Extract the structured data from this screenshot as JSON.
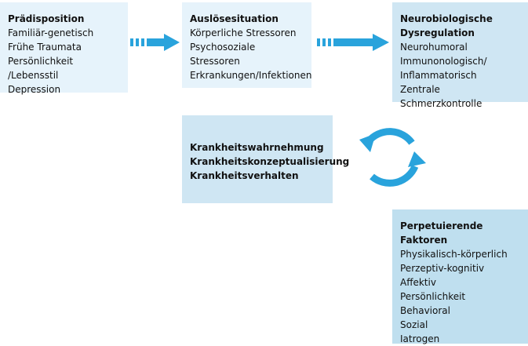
{
  "colors": {
    "arrow": "#29a3dc",
    "box_light": "#e6f3fb",
    "box_mid": "#cfe6f3",
    "box_dark": "#bfdfef"
  },
  "praedisposition": {
    "title": "Prädisposition",
    "items": [
      "Familiär-genetisch",
      "Frühe Traumata",
      "Persönlichkeit /Lebensstil",
      "Depression"
    ]
  },
  "ausloesesituation": {
    "title": "Auslösesituation",
    "items": [
      "Körperliche Stressoren",
      "Psychosoziale Stressoren",
      "Erkrankungen/Infektionen"
    ]
  },
  "neurobiologie": {
    "title_lines": [
      "Neurobiologische",
      "Dysregulation"
    ],
    "items": [
      "Neurohumoral",
      "Immunonologisch/",
      "Inflammatorisch",
      "Zentrale Schmerzkontrolle"
    ]
  },
  "krankheit": {
    "lines": [
      "Krankheitswahrnehmung",
      "Krankheitskonzeptualisierung",
      "Krankheitsverhalten"
    ]
  },
  "perpetuierend": {
    "title": "Perpetuierende Faktoren",
    "items": [
      "Physikalisch-körperlich",
      "Perzeptiv-kognitiv",
      "Affektiv",
      "Persönlichkeit",
      "Behavioral",
      "Sozial",
      "Iatrogen"
    ]
  }
}
